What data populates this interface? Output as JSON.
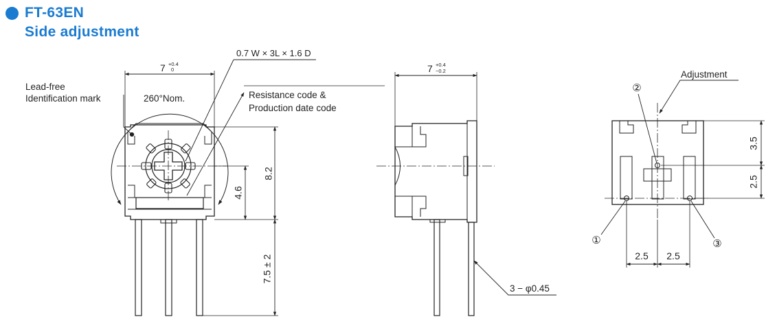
{
  "header": {
    "title": "FT-63EN",
    "subtitle": "Side adjustment"
  },
  "labels": {
    "lead_free_1": "Lead-free",
    "lead_free_2": "Identification mark",
    "angle": "260°Nom.",
    "width_front": "7",
    "width_front_tol_upper": "+0.4",
    "width_front_tol_lower": "0",
    "mark_size": "0.7 W × 3L × 1.6 D",
    "resistance_code_1": "Resistance code &",
    "resistance_code_2": "Production date code",
    "height_total": "8.2",
    "height_center": "4.6",
    "lead_length": "7.5 ± 2",
    "width_side": "7",
    "width_side_tol_upper": "+0.4",
    "width_side_tol_lower": "−0.2",
    "lead_dia": "3 − φ0.45",
    "adjustment": "Adjustment",
    "dim_top": "3.5",
    "dim_lower": "2.5",
    "dim_pitch_left": "2.5",
    "dim_pitch_right": "2.5",
    "pin1": "①",
    "pin2": "②",
    "pin3": "③"
  },
  "colors": {
    "accent": "#1a7bd0",
    "line": "#222222"
  }
}
